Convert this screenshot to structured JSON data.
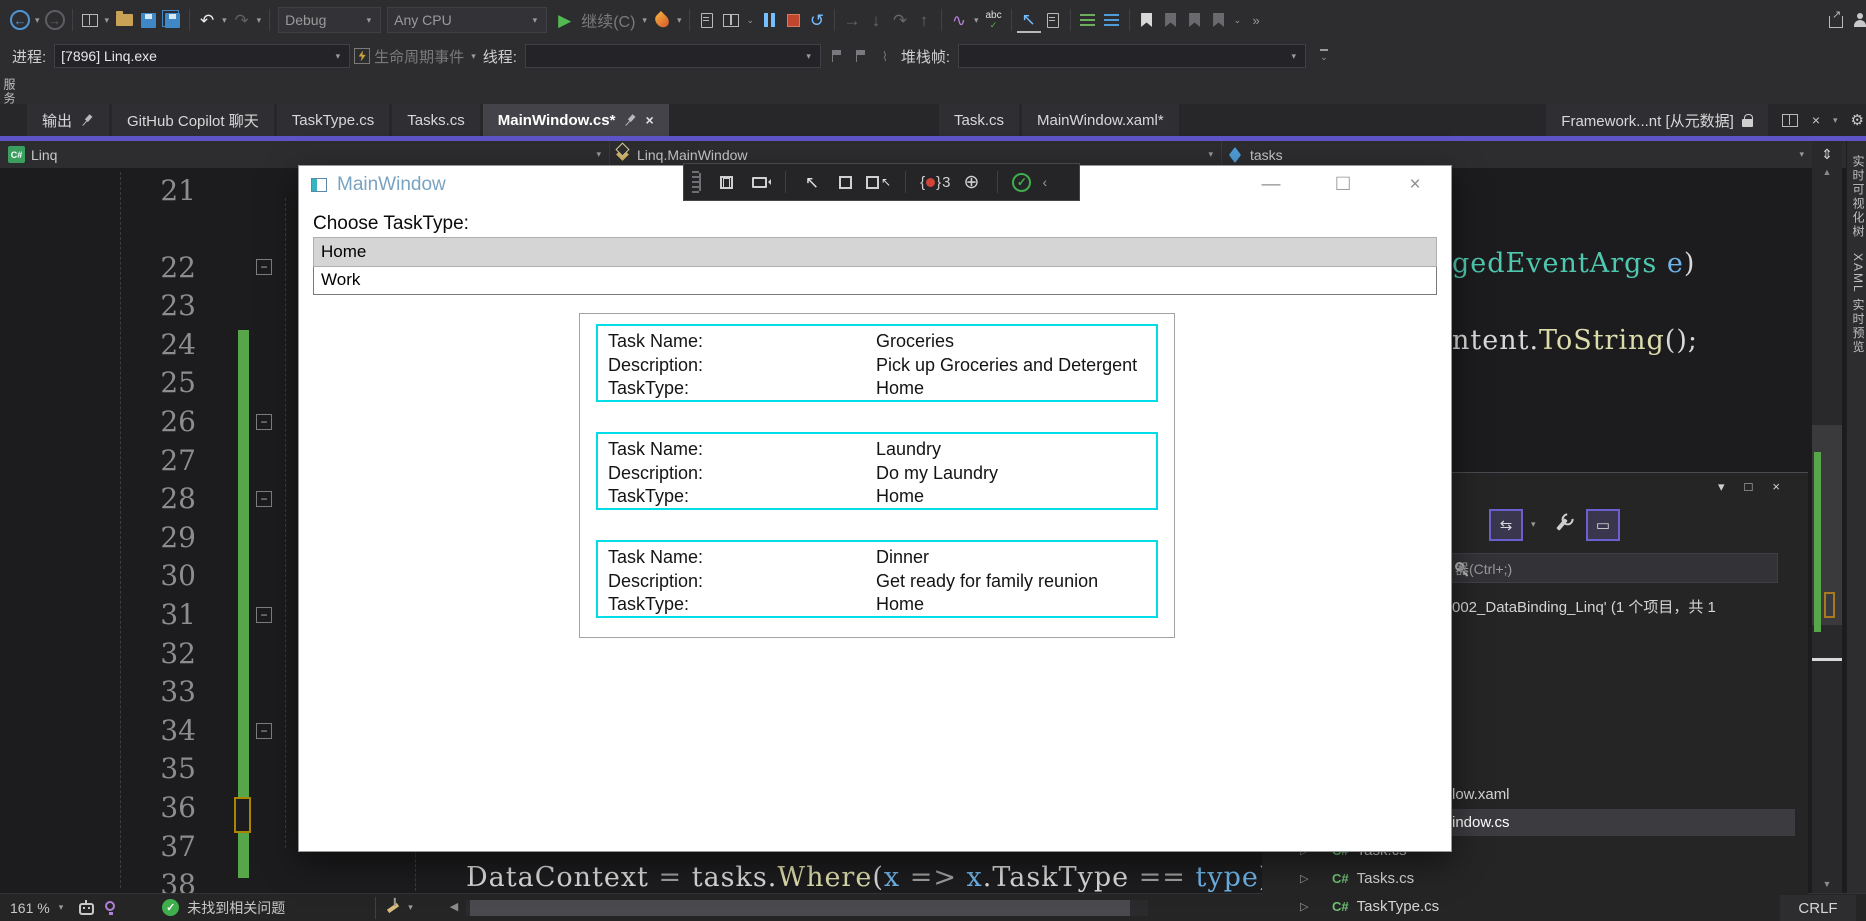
{
  "colors": {
    "accent_purple": "#5f54c7",
    "card_border_cyan": "#00dde8",
    "change_bar_green": "#57a64a",
    "play_green": "#53b953",
    "stop_red": "#c0462e",
    "debug_blue": "#75beff",
    "hot_reload_orange": "#e06a2b",
    "csharp_green": "#6fbf73",
    "type_teal": "#4ec9b0",
    "method_yellow": "#dcdcaa",
    "param_blue": "#6fb3e8"
  },
  "icons": {
    "back-arrow": "←",
    "forward-arrow": "→",
    "caret": "▾",
    "undo": "↶",
    "redo": "↷",
    "restart": "↺",
    "play": "▶",
    "next-statement": "→",
    "step-into": "↓",
    "step-over": "↷",
    "step-out": "↑",
    "diagnostics": "∿",
    "cursor": "↖",
    "chevron-more": "»",
    "gear": "⚙",
    "split": "⇕",
    "up": "▲",
    "down": "▼",
    "left": "◀",
    "check": "✓",
    "close": "×",
    "accessibility": "⊕",
    "collapse-chevron": "‹",
    "expand": "▷",
    "fold-minus": "−",
    "minimize": "—",
    "maximize": "□",
    "abc": "abc",
    "overflow": "⌄"
  },
  "toolbar_main": {
    "debug_config": "Debug",
    "platform": "Any CPU",
    "continue_label": "继续(C)"
  },
  "debug_location_bar": {
    "process_label": "进程:",
    "process_value": "[7896] Linq.exe",
    "lifecycle_label": "生命周期事件",
    "thread_label": "线程:",
    "stackframe_label": "堆栈帧:"
  },
  "left_strip": {
    "vertical_label": "服务器资源管理器"
  },
  "right_strip": {
    "tabs": [
      "实时可视化树",
      "XAML 实时预览"
    ]
  },
  "tab_bar": {
    "left_tabs": [
      {
        "label": "输出",
        "pin": true
      },
      {
        "label": "GitHub Copilot 聊天"
      },
      {
        "label": "TaskType.cs"
      },
      {
        "label": "Tasks.cs"
      },
      {
        "label": "MainWindow.cs*",
        "active": true,
        "pin": true,
        "close": true
      }
    ],
    "mid_tabs": [
      {
        "label": "Task.cs"
      },
      {
        "label": "MainWindow.xaml*"
      }
    ],
    "preview_tab": "Framework...nt [从元数据]"
  },
  "breadcrumb": {
    "project": "Linq",
    "type": "Linq.MainWindow",
    "member": "tasks"
  },
  "editor": {
    "line_numbers": [
      "21",
      "22",
      "23",
      "24",
      "25",
      "26",
      "27",
      "28",
      "29",
      "30",
      "31",
      "32",
      "33",
      "34",
      "35",
      "36",
      "37",
      "38"
    ],
    "fragment_line22": [
      [
        "gedEventArgs ",
        "type"
      ],
      [
        "e",
        "param"
      ],
      [
        ")",
        "plain"
      ]
    ],
    "fragment_line24": [
      [
        "ntent.",
        "plain"
      ],
      [
        "ToString",
        "method"
      ],
      [
        "();",
        "plain"
      ]
    ],
    "fragment_line38": [
      [
        "DataContext ",
        "plain"
      ],
      [
        "= ",
        "op"
      ],
      [
        "tasks.",
        "plain"
      ],
      [
        "Where",
        "method"
      ],
      [
        "(",
        "plain"
      ],
      [
        "x",
        "param"
      ],
      [
        " => ",
        "op"
      ],
      [
        "x",
        "param"
      ],
      [
        ".TaskType ",
        "plain"
      ],
      [
        "== ",
        "op"
      ],
      [
        "type",
        "param"
      ],
      [
        ")",
        "plain"
      ]
    ],
    "zoom_level": "161 %",
    "health_text": "未找到相关问题",
    "eol_label": "CRLF"
  },
  "app_window": {
    "title": "MainWindow",
    "choose_label": "Choose TaskType:",
    "list_items": [
      {
        "label": "Home",
        "selected": true
      },
      {
        "label": "Work",
        "selected": false
      }
    ],
    "field_labels": {
      "name": "Task Name:",
      "description": "Description:",
      "type": "TaskType:"
    },
    "tasks": [
      {
        "name": "Groceries",
        "description": "Pick up Groceries and Detergent",
        "type": "Home"
      },
      {
        "name": "Laundry",
        "description": "Do my Laundry",
        "type": "Home"
      },
      {
        "name": "Dinner",
        "description": "Get ready for family reunion",
        "type": "Home"
      }
    ]
  },
  "debug_overlay": {
    "hot_reload_count": "3"
  },
  "solution_explorer": {
    "search_text": "器(Ctrl+;)",
    "root_text": "002_DataBinding_Linq' (1 个项目，共 1",
    "partial_rows": [
      {
        "text": "low.xaml",
        "selected": false
      },
      {
        "text": "indow.cs",
        "selected": true
      }
    ],
    "file_rows": [
      "Task.cs",
      "Tasks.cs",
      "TaskType.cs"
    ]
  }
}
